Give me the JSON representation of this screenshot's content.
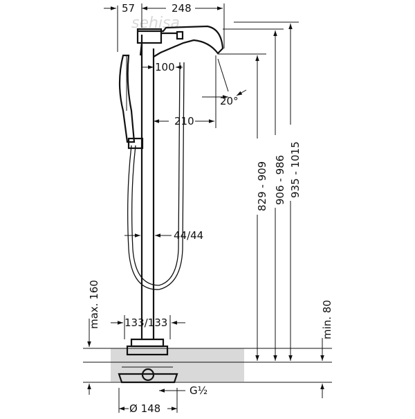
{
  "diagram": {
    "watermark": "sehisa",
    "dimensions": {
      "top_offset": "57",
      "spout_reach": "248",
      "spout_to_column": "100",
      "handle_distance": "210",
      "spout_angle": "20°",
      "hose_distance": "44/44",
      "max_floor": "max. 160",
      "base_width": "133/133",
      "height_low": "829 - 909",
      "height_mid": "906 - 986",
      "height_high": "935 - 1015",
      "min_floor": "min. 80",
      "base_diameter": "Ø 148",
      "thread": "G½"
    },
    "colors": {
      "line": "#111111",
      "floor_fill": "#d9d9d9",
      "background": "#ffffff"
    }
  }
}
